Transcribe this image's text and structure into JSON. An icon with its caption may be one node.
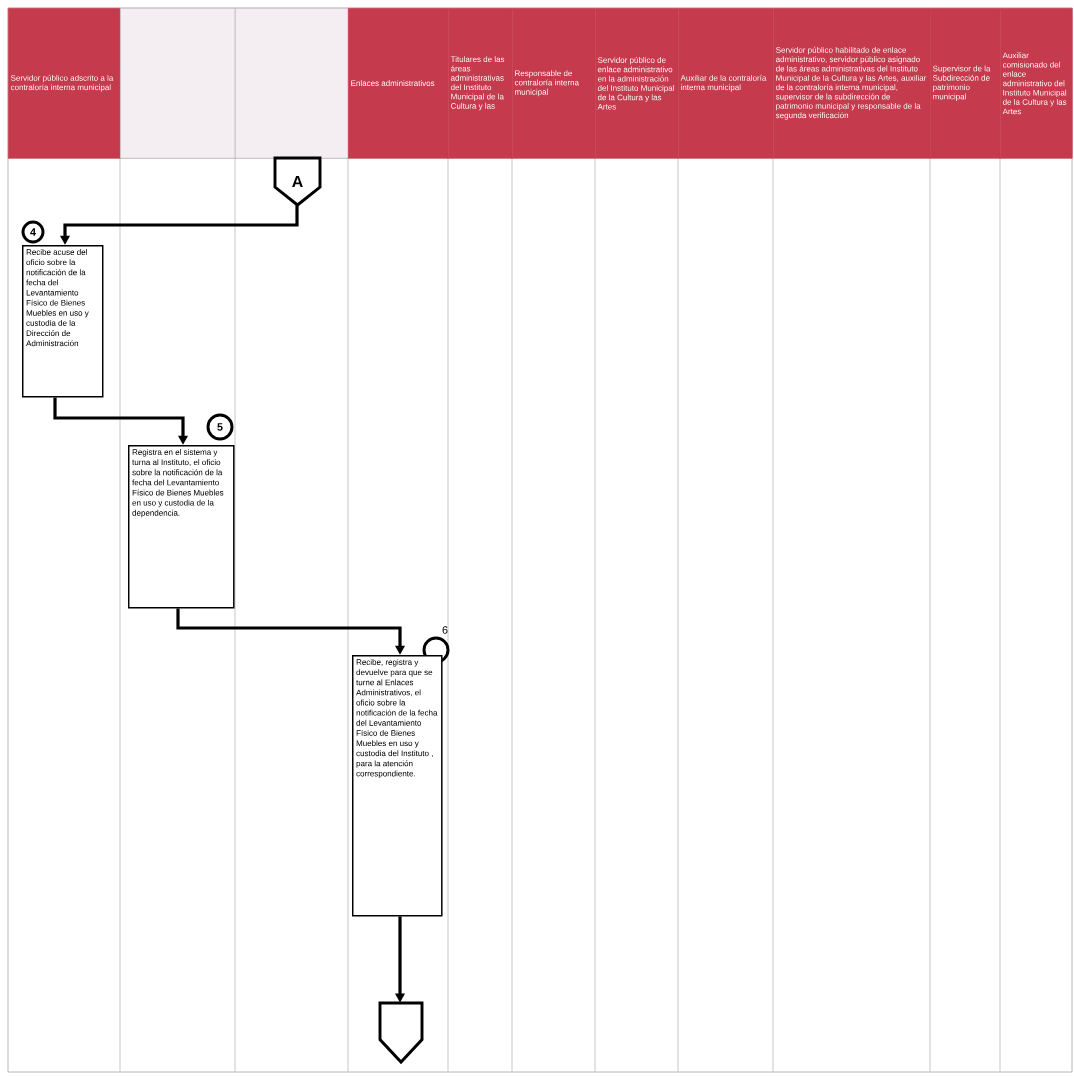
{
  "diagram": {
    "nodes": [
      {
        "text": [
          "Servidor público adscrito a la contraloría interna municipal"
        ]
      },
      {
        "text": [],
        "shape": "box"
      },
      {
        "text": [],
        "shape": "box"
      },
      {
        "text": [
          "Enlaces administrativos"
        ]
      },
      {
        "text": [
          "Titulares de las áreas administrativas del Instituto Municipal de la Cultura y las"
        ]
      },
      {
        "text": [
          "Responsable de contraloría interna municipal"
        ]
      },
      {
        "text": [
          "Servidor público de enlace administrativo en la administración del Instituto Municipal de la Cultura y las Artes"
        ]
      },
      {
        "text": [
          "Auxiliar de la contraloría interna municipal"
        ]
      },
      {
        "text": [
          "Servidor público habilitado de enlace administrativo, servidor público asignado de las áreas administrativas del Instituto Municipal de la Cultura y las Artes, auxiliar de la contraloría interna municipal, supervisor de la subdirección de patrimonio municipal y responsable de la segunda verificación"
        ]
      },
      {
        "text": [
          "Supervisor de la Subdirección de patrimonio municipal"
        ]
      },
      {
        "text": [
          "Auxiliar comisionado del enlace administrativo del Instituto Municipal de la Cultura y las Artes"
        ]
      },
      {
        "text": [
          "A"
        ]
      },
      {
        "text": [
          "4"
        ]
      },
      {
        "text": [
          "Recibe acuse del oficio sobre la notificación de la fecha del Levantamiento Físico de Bienes Muebles en uso y custodia de la Dirección de Administración"
        ]
      },
      {
        "text": [
          "5"
        ]
      },
      {
        "text": [
          "Registra en el sistema y turna al Instituto, el oficio sobre la notificación de la fecha del Levantamiento Físico de Bienes Muebles en uso y custodia de la dependencia."
        ]
      },
      {
        "text": [
          "6"
        ]
      },
      {
        "text": [
          "Recibe, registra y devuelve para que se turne al Enlaces Administrativos, el oficio sobre la notificación de la fecha del Levantamiento Físico de Bienes Muebles en uso y custodia del Instituto , para la atención correspondiente."
        ]
      },
      {
        "text": [],
        "shape": "pentagon"
      }
    ],
    "edges": [
      {
        "from": 11,
        "to": 13,
        "arrow": "to"
      },
      {
        "from": 13,
        "to": 15,
        "arrow": "to"
      },
      {
        "from": 15,
        "to": 17,
        "arrow": "to"
      },
      {
        "from": 17,
        "to": 18,
        "arrow": "to"
      }
    ]
  }
}
